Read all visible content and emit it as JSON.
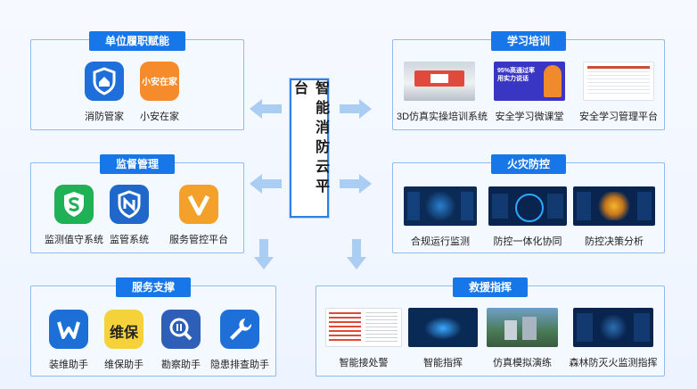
{
  "center": {
    "title": "智能消防云平台"
  },
  "panels": {
    "unit": {
      "title": "单位履职赋能",
      "items": [
        {
          "label": "消防管家",
          "icon": "shield-house-icon"
        },
        {
          "label": "小安在家",
          "icon": "xiaoan-home-icon",
          "icon_text": "小安在家"
        }
      ]
    },
    "study": {
      "title": "学习培训",
      "items": [
        {
          "label": "3D仿真实操培训系统"
        },
        {
          "label": "安全学习微课堂",
          "thumb_text": "95%高通过率 用实力说话"
        },
        {
          "label": "安全学习管理平台"
        }
      ]
    },
    "supervise": {
      "title": "监督管理",
      "items": [
        {
          "label": "监测值守系统",
          "icon": "shield-s-icon"
        },
        {
          "label": "监管系统",
          "icon": "shield-n-icon"
        },
        {
          "label": "服务管控平台",
          "icon": "v-logo-icon"
        }
      ]
    },
    "fire": {
      "title": "火灾防控",
      "items": [
        {
          "label": "合规运行监测"
        },
        {
          "label": "防控一体化协同"
        },
        {
          "label": "防控决策分析"
        }
      ]
    },
    "service": {
      "title": "服务支撑",
      "items": [
        {
          "label": "装维助手",
          "icon": "w-logo-icon"
        },
        {
          "label": "维保助手",
          "icon": "weibao-icon",
          "icon_text": "维保"
        },
        {
          "label": "勘察助手",
          "icon": "magnifier-icon"
        },
        {
          "label": "隐患排查助手",
          "icon": "wrench-icon"
        }
      ]
    },
    "rescue": {
      "title": "救援指挥",
      "items": [
        {
          "label": "智能接处警"
        },
        {
          "label": "智能指挥"
        },
        {
          "label": "仿真模拟演练"
        },
        {
          "label": "森林防灭火监测指挥"
        }
      ]
    }
  },
  "colors": {
    "accent": "#1777e8",
    "border": "#8fb8f0",
    "arrow": "#a9cdf3"
  }
}
